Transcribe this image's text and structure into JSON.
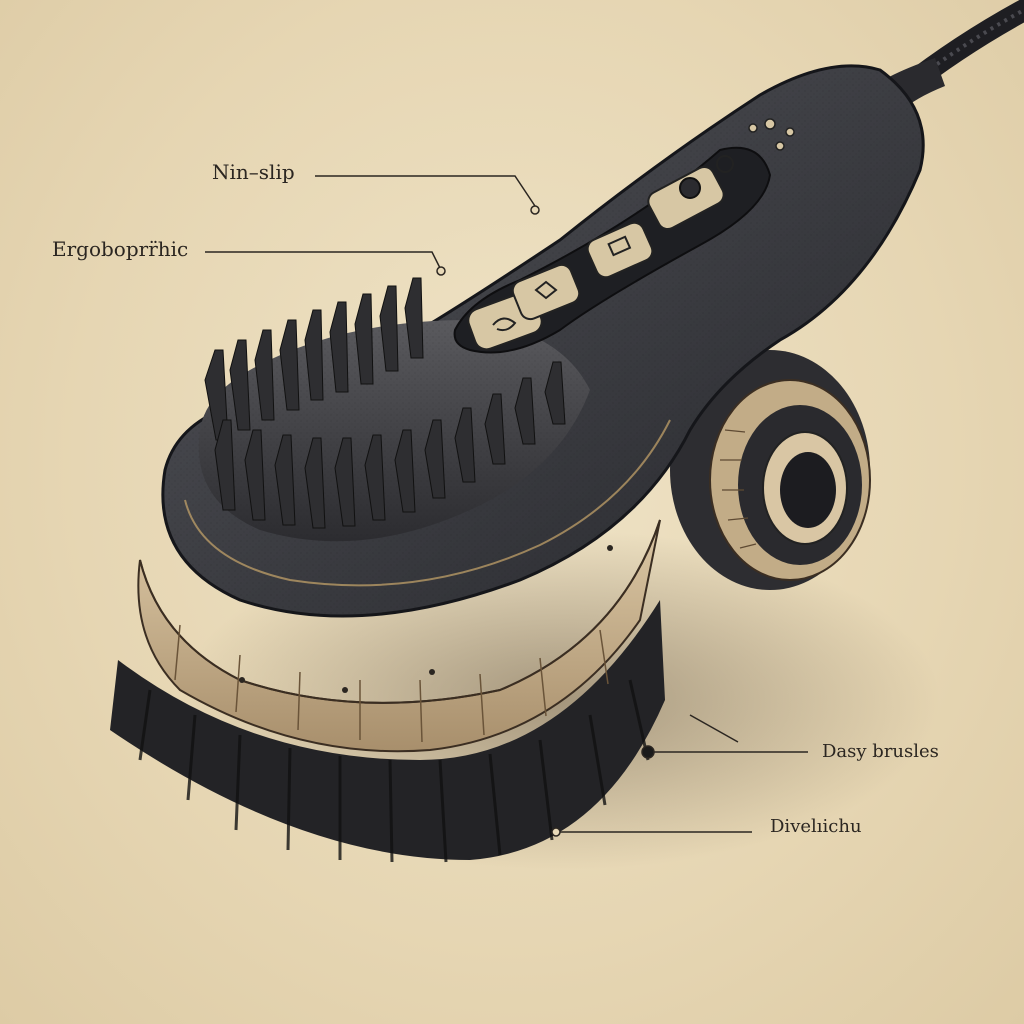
{
  "callouts": {
    "non_slip": "Nin–slip",
    "ergonomic": "Ergoboprr̈hic",
    "brushes": "Dasy brusles",
    "bottom": "Divelıichu"
  },
  "colors": {
    "background": "#e8d9b8",
    "handle": "#3a3b3f",
    "handle_dark": "#23242a",
    "bristle": "#2a2a2c",
    "band": "#c9b391",
    "ink": "#2b2621"
  },
  "icons": [
    "power-button-icon",
    "mode-button-icon",
    "diamond-button-icon",
    "twist-button-icon"
  ]
}
